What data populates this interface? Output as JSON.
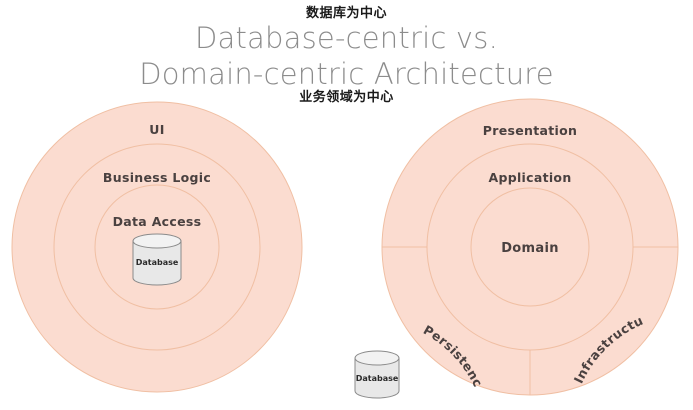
{
  "title": {
    "cn_top": "数据库为中心",
    "line1": "Database-centric vs.",
    "line2": "Domain-centric Architecture",
    "cn_bottom": "业务领域为中心"
  },
  "colors": {
    "ring_fill": "#fbdcd0",
    "ring_stroke": "#f0bfa3",
    "title_color": "#8c8c8c",
    "label_color": "#4a4140",
    "cylinder_fill": "#e8e8e8",
    "cylinder_stroke": "#8a8a8a",
    "background": "#ffffff"
  },
  "left_diagram": {
    "name": "database-centric-architecture",
    "rings": [
      {
        "label": "UI"
      },
      {
        "label": "Business Logic"
      },
      {
        "label": "Data Access"
      }
    ],
    "center": {
      "label": "Database",
      "shape": "cylinder"
    }
  },
  "right_diagram": {
    "name": "domain-centric-architecture",
    "rings": [
      {
        "label": "Presentation"
      },
      {
        "label": "Application"
      },
      {
        "label": "Domain"
      }
    ],
    "outer_sectors": [
      {
        "label": "Persistence"
      },
      {
        "label": "Infrastructure"
      }
    ]
  },
  "external_store": {
    "label": "Database",
    "shape": "cylinder"
  }
}
